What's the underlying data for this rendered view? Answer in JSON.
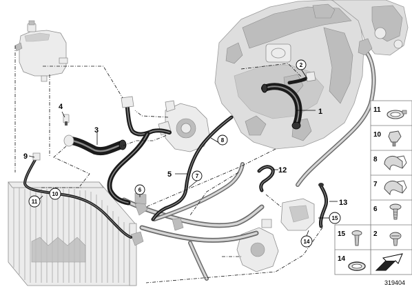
{
  "callouts": [
    {
      "id": "1",
      "circled": false
    },
    {
      "id": "2",
      "circled": true
    },
    {
      "id": "3",
      "circled": false
    },
    {
      "id": "4",
      "circled": false
    },
    {
      "id": "5",
      "circled": false
    },
    {
      "id": "6",
      "circled": true
    },
    {
      "id": "7",
      "circled": true
    },
    {
      "id": "8",
      "circled": true
    },
    {
      "id": "9",
      "circled": false
    },
    {
      "id": "10",
      "circled": true
    },
    {
      "id": "11",
      "circled": true
    },
    {
      "id": "12",
      "circled": false
    },
    {
      "id": "13",
      "circled": false
    },
    {
      "id": "14",
      "circled": true
    },
    {
      "id": "15",
      "circled": true
    }
  ],
  "parts_panel": {
    "cells": [
      {
        "label": "11",
        "icon": "hose-clamp-icon"
      },
      {
        "label": "10",
        "icon": "clip-icon"
      },
      {
        "label": "8",
        "icon": "clamp-icon"
      },
      {
        "label": "7",
        "icon": "clamp-icon"
      },
      {
        "label": "6",
        "icon": "screw-icon"
      },
      {
        "label": "15",
        "icon": "bolt-icon"
      },
      {
        "label": "2",
        "icon": "bolt-icon"
      },
      {
        "label": "14",
        "icon": "o-ring-icon"
      }
    ],
    "arrow_icon": "direction-arrow-icon"
  },
  "reference_number": "319404"
}
